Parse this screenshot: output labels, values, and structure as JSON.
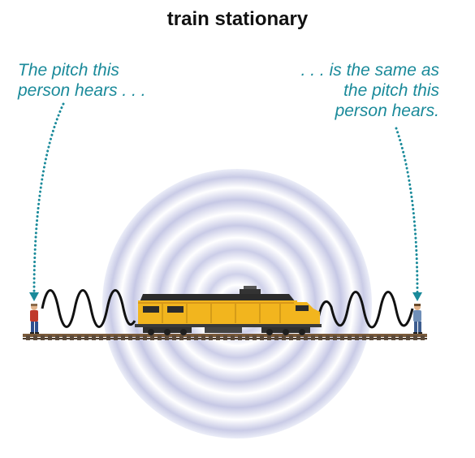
{
  "title": "train stationary",
  "left_caption": {
    "line1": "The pitch this",
    "line2": "person hears . . ."
  },
  "right_caption": {
    "line1": ". . . is the same as",
    "line2": "the pitch this",
    "line3": "person hears."
  },
  "colors": {
    "caption": "#1a8a9a",
    "arrow": "#1a8a9a",
    "wave_rings": "#c9cbe6",
    "sound_wave": "#111111",
    "train_body": "#f2b51e",
    "train_roof": "#2b2b2b",
    "track": "#7a5a3a"
  },
  "icons": [
    "left-listener-person-icon",
    "right-listener-person-icon",
    "locomotive-icon",
    "railroad-track-icon"
  ]
}
